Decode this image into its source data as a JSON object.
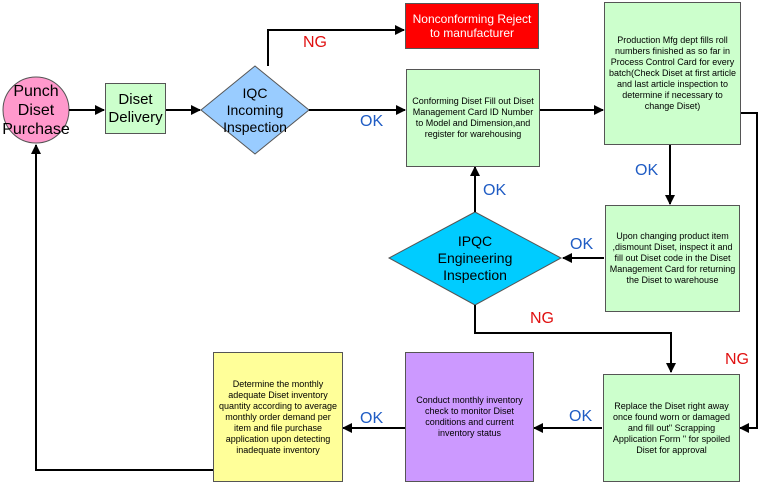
{
  "nodes": {
    "punch": "Punch Diset Purchase",
    "delivery": "Diset Delivery",
    "iqc": "IQC Incoming Inspection",
    "nonconforming": "Nonconforming Reject to manufacturer",
    "conforming": "Conforming Diset Fill out Diset Management Card ID Number to Model and Dimension,and register for warehousing",
    "production": "Production Mfg dept fills roll numbers finished as so far in Process Control Card for every batch(Check Diset at first article and last article inspection to determine if necessary to change Diset)",
    "ipqc": "IPQC Engineering Inspection",
    "changing": "Upon changing product item ,dismount Diset, inspect it and fill out Diset code in the Diset Management Card for returning the Diset to warehouse",
    "replace": "Replace the Diset right away once found worn or damaged and fill out\" Scrapping Application Form \" for spoiled Diset for approval",
    "monthly": "Conduct monthly inventory check to monitor Diset conditions and current inventory status",
    "determine": "Determine the monthly adequate Diset inventory quantity according to average monthly order demand per item and file purchase application upon detecting inadequate inventory"
  },
  "labels": {
    "ng": "NG",
    "ok": "OK"
  },
  "colors": {
    "process_fill": "#ccffcc",
    "reject_fill": "#ff0000",
    "decision_fill": "#99ccff",
    "ipqc_fill": "#00ccff",
    "start_fill": "#ff99cc",
    "inventory_fill": "#cc99ff",
    "plan_fill": "#ffff99",
    "ok_text": "#1f5cc4",
    "ng_text": "#e01010",
    "connector": "#000000"
  }
}
